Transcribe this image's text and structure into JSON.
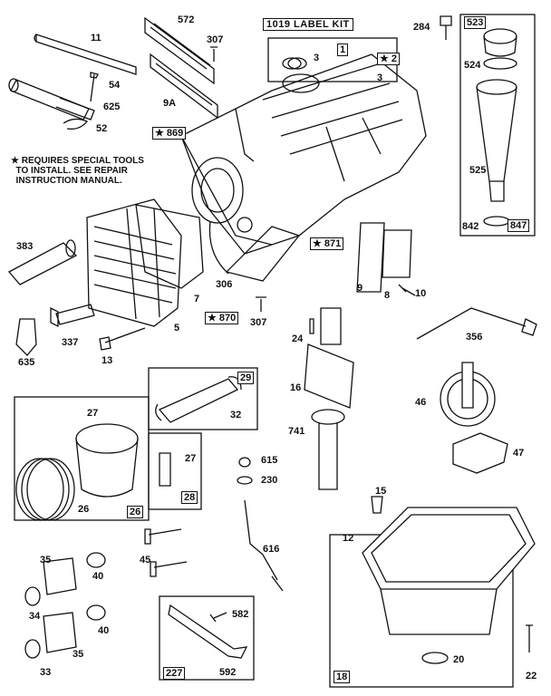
{
  "kit_title": "1019 LABEL KIT",
  "note": "★ REQUIRES SPECIAL TOOLS\n  TO INSTALL. SEE REPAIR\n  INSTRUCTION MANUAL.",
  "labels": {
    "p572": "572",
    "p307a": "307",
    "p11": "11",
    "p54": "54",
    "p625": "625",
    "p52": "52",
    "p9a": "9A",
    "p3a": "3",
    "p1": "1",
    "p2": "★ 2",
    "p3b": "3",
    "p284": "284",
    "p523": "523",
    "p524": "524",
    "p525": "525",
    "p842": "842",
    "p847": "847",
    "p869": "★ 869",
    "p871": "★ 871",
    "p383": "383",
    "p7": "7",
    "p306": "306",
    "p870": "★ 870",
    "p307b": "307",
    "p9": "9",
    "p8": "8",
    "p10": "10",
    "p635": "635",
    "p337": "337",
    "p5": "5",
    "p13": "13",
    "p24": "24",
    "p356": "356",
    "p29": "29",
    "p32": "32",
    "p16": "16",
    "p46": "46",
    "p741": "741",
    "p47": "47",
    "p27a": "27",
    "p27b": "27",
    "p28": "28",
    "p26a": "26",
    "p26b": "26",
    "p615": "615",
    "p230": "230",
    "p15": "15",
    "p12": "12",
    "p45": "45",
    "p616": "616",
    "p35a": "35",
    "p40a": "40",
    "p34": "34",
    "p40b": "40",
    "p35b": "35",
    "p33": "33",
    "p582": "582",
    "p227": "227",
    "p592": "592",
    "p18": "18",
    "p20": "20",
    "p22": "22"
  }
}
